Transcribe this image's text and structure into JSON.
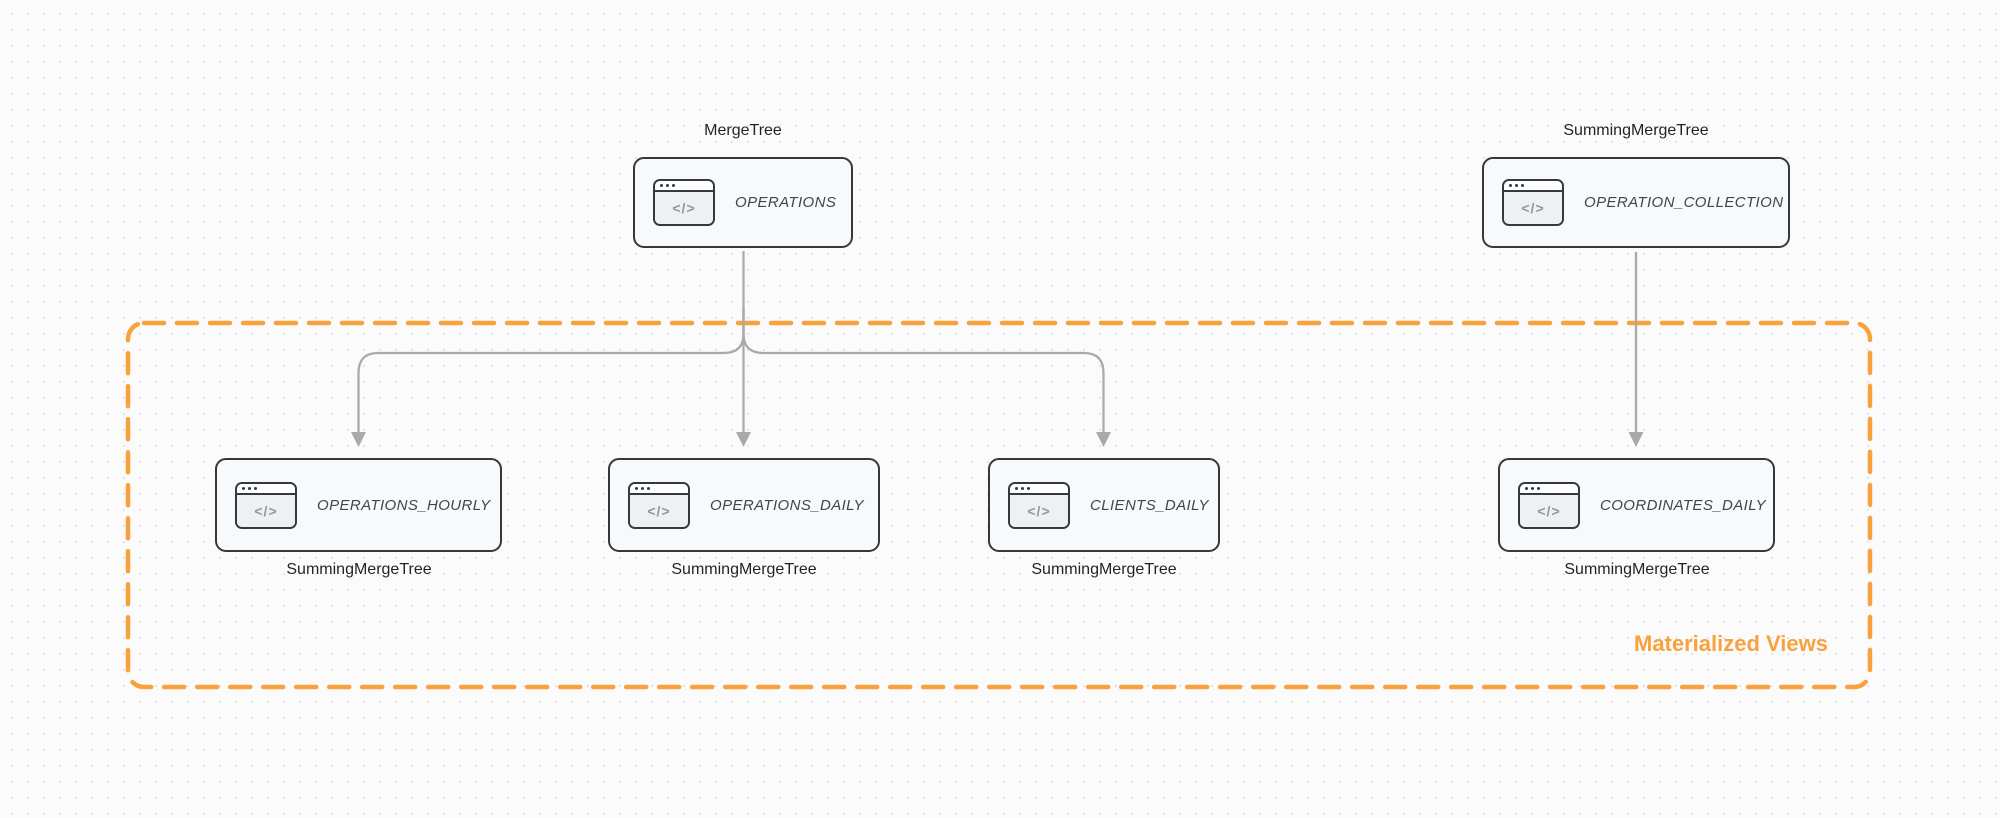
{
  "group": {
    "label": "Materialized Views"
  },
  "icon": {
    "glyph": "</>"
  },
  "nodes": [
    {
      "title": "OPERATIONS",
      "engine": "MergeTree",
      "engine_position": "top"
    },
    {
      "title": "OPERATION_COLLECTION",
      "engine": "SummingMergeTree",
      "engine_position": "top"
    },
    {
      "title": "OPERATIONS_HOURLY",
      "engine": "SummingMergeTree",
      "engine_position": "bottom"
    },
    {
      "title": "OPERATIONS_DAILY",
      "engine": "SummingMergeTree",
      "engine_position": "bottom"
    },
    {
      "title": "CLIENTS_DAILY",
      "engine": "SummingMergeTree",
      "engine_position": "bottom"
    },
    {
      "title": "COORDINATES_DAILY",
      "engine": "SummingMergeTree",
      "engine_position": "bottom"
    }
  ],
  "colors": {
    "group_accent": "#f9a13c",
    "connector": "#a9a9ab",
    "node_border": "#33393e",
    "node_background": "#f8f9fa",
    "node_title_text": "#3f464c",
    "label_text": "#1f2328"
  }
}
